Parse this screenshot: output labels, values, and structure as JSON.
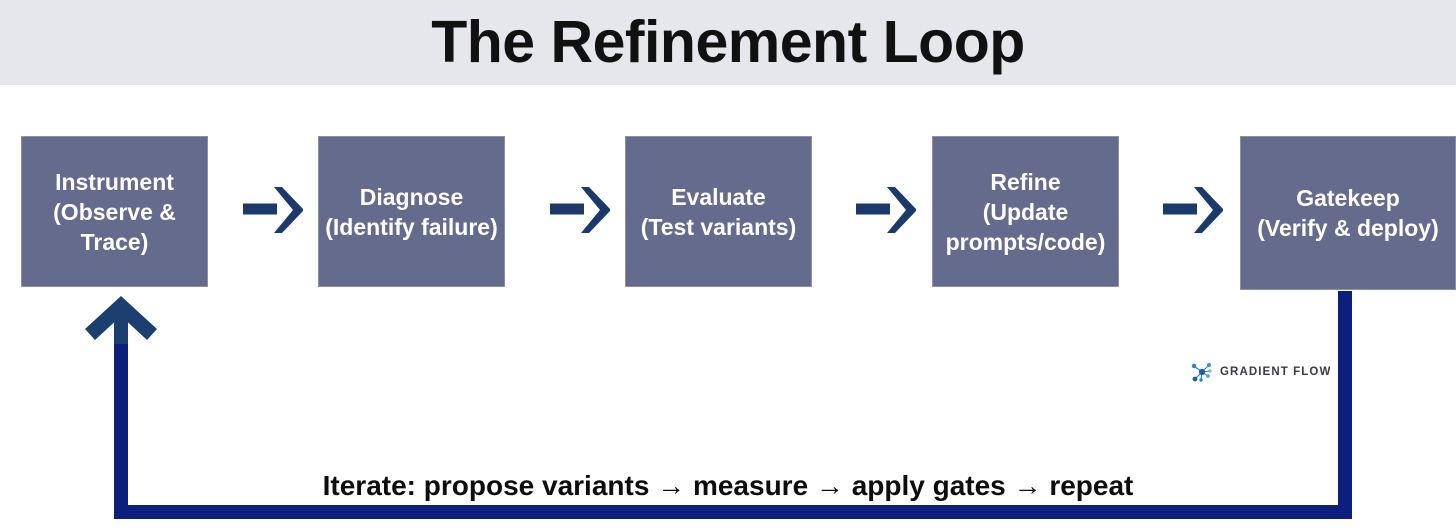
{
  "header": {
    "title": "The Refinement Loop",
    "band_color": "#e6e7ec"
  },
  "theme": {
    "box_fill": "#656b8c",
    "box_border": "#8b90a8",
    "box_text": "#ffffff",
    "arrow_color": "#1b3a6b",
    "loop_color": "#0d1f7c",
    "background": "#ffffff"
  },
  "stages": [
    {
      "id": "instrument",
      "line1": "Instrument",
      "line2": "(Observe & Trace)",
      "line3": ""
    },
    {
      "id": "diagnose",
      "line1": "Diagnose",
      "line2": "(Identify failure)",
      "line3": ""
    },
    {
      "id": "evaluate",
      "line1": "Evaluate",
      "line2": "(Test variants)",
      "line3": ""
    },
    {
      "id": "refine",
      "line1": "Refine",
      "line2": "(Update",
      "line3": "prompts/code)"
    },
    {
      "id": "gatekeep",
      "line1": "Gatekeep",
      "line2": "(Verify & deploy)",
      "line3": ""
    }
  ],
  "connectors": [
    {
      "id": "arrow-1",
      "icon": "arrow-right-icon"
    },
    {
      "id": "arrow-2",
      "icon": "arrow-right-icon"
    },
    {
      "id": "arrow-3",
      "icon": "arrow-right-icon"
    },
    {
      "id": "arrow-4",
      "icon": "arrow-right-icon"
    }
  ],
  "feedback_loop": {
    "caption": "Iterate: propose variants → measure → apply gates → repeat",
    "arrowhead_icon": "arrow-up-icon"
  },
  "branding": {
    "logo_mark": "gradient-flow-node-network-icon",
    "logo_text": "GRADIENT FLOW"
  }
}
